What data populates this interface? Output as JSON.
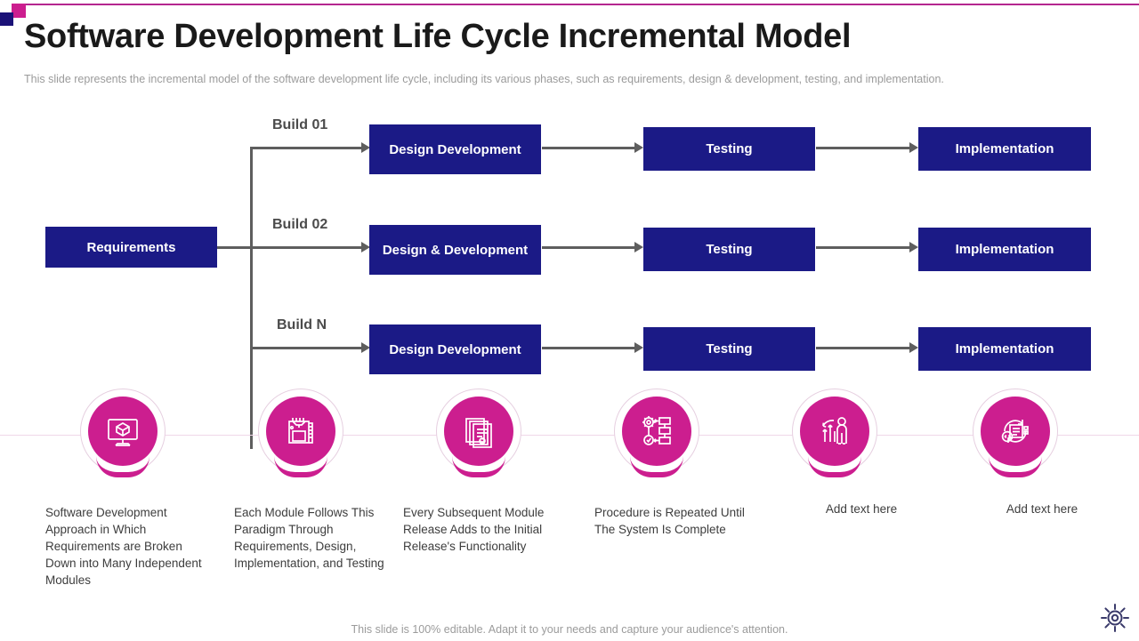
{
  "header": {
    "title": "Software Development Life Cycle Incremental Model",
    "subtitle": "This slide represents the incremental model of the software development life cycle, including its various phases, such as requirements, design & development,  testing, and implementation."
  },
  "colors": {
    "node_fill": "#1b1a86",
    "node_text": "#ffffff",
    "connector": "#5e5e5e",
    "accent_magenta": "#cc1e8f",
    "accent_blue": "#1b1278",
    "caption_text": "#3d3d3d",
    "muted_text": "#9b9b9b"
  },
  "flow": {
    "start_node": {
      "label": "Requirements"
    },
    "rows": [
      {
        "build_label": "Build 01",
        "design": "Design Development",
        "testing": "Testing",
        "implementation": "Implementation"
      },
      {
        "build_label": "Build 02",
        "design": "Design & Development",
        "testing": "Testing",
        "implementation": "Implementation"
      },
      {
        "build_label": "Build N",
        "design": "Design Development",
        "testing": "Testing",
        "implementation": "Implementation"
      }
    ]
  },
  "features": [
    {
      "icon": "monitor-cube-icon",
      "caption": "Software Development Approach in Which Requirements are Broken Down into Many Independent Modules"
    },
    {
      "icon": "circuit-module-icon",
      "caption": "Each Module Follows This Paradigm Through Requirements, Design, Implementation, and Testing"
    },
    {
      "icon": "document-stack-icon",
      "caption": "Every Subsequent Module Release Adds to the Initial Release's Functionality"
    },
    {
      "icon": "process-flow-gear-icon",
      "caption": "Procedure is Repeated Until The System Is Complete"
    },
    {
      "icon": "person-growth-icon",
      "caption": "Add text here"
    },
    {
      "icon": "code-cycle-icon",
      "caption": "Add text here"
    }
  ],
  "footer": {
    "note": "This slide is 100% editable. Adapt it to your needs and capture your audience's attention."
  }
}
